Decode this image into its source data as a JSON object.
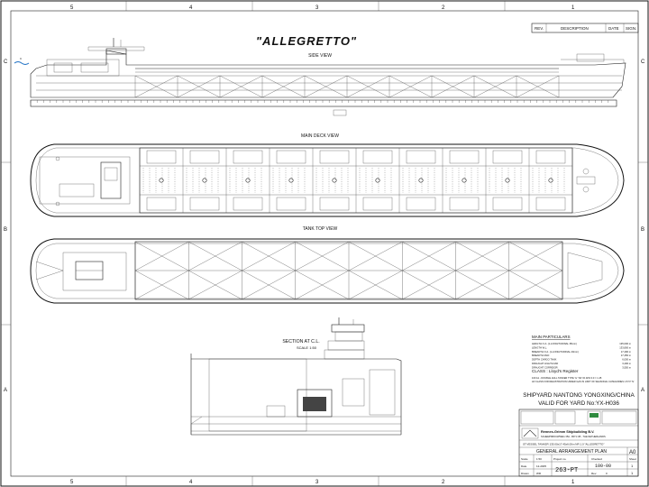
{
  "drawing": {
    "title": "\"ALLEGRETTO\"",
    "views": {
      "side": "SIDE VIEW",
      "main_deck": "MAIN DECK VIEW",
      "tank_top": "TANK TOP VIEW",
      "section": "SECTION AT C.L.",
      "section_scale": "SCALE 1:50"
    }
  },
  "border": {
    "columns": [
      "5",
      "4",
      "3",
      "2",
      "1"
    ],
    "rows": [
      "C",
      "B",
      "A"
    ]
  },
  "revision_header": {
    "rev": "REV.",
    "description": "DESCRIPTION",
    "date": "DATE",
    "sign": "SIGN."
  },
  "main_particulars": {
    "heading": "MAIN PARTICULARS",
    "rows": [
      {
        "label": "LENGTH O.A. (1-LONGITUDINAL 35mm)",
        "value": "135,000 m"
      },
      {
        "label": "LENGTH W.L.",
        "value": "133,800 m"
      },
      {
        "label": "BREADTH O.A. (1-LONGITUDINAL 20mm)",
        "value": "17,490 m"
      },
      {
        "label": "BREADTH MLD",
        "value": "17,450 m"
      },
      {
        "label": "DEPTH CARGO TANK",
        "value": "6,000 m"
      },
      {
        "label": "DRAUGHT LIGHTLOAD",
        "value": "3,400 m"
      },
      {
        "label": "DRAUGHT CORRIDOR",
        "value": "3,550 m"
      }
    ],
    "class_heading": "CLASS : Lloyd's Register",
    "class_lines": [
      "100 A1 - DOUBLE HULL TANKER TYPE 'G' 'N2' ±0.02% 0.0 = 1.45",
      "LR CLASS FOR REGISTRATION UNDER GAS IN LIMIT OF SEASONAL CATEGORIES 1.8 'N' 'N'"
    ]
  },
  "shipyard": {
    "line1": "SHIPYARD NANTONG YONGXING/CHINA",
    "line2": "VALID FOR YARD No:YX-H036"
  },
  "title_block": {
    "company": "Rennes-Grimm Shipbuilding B.V.",
    "address": "SCHEEPSBOUWWEG 35A - 8071 CB - THE NETHERLANDS",
    "subtitle": "ST.VESSEL TANKER 135.00x17.45x6.00m NR 1.0 \"ALLEGRETTO\"",
    "plan_title": "GENERAL ARRANGEMENT PLAN",
    "sheet_size": "A0",
    "drawing_no": "263-PT",
    "number": "100-00",
    "scale_label": "Scale",
    "scale_value": "1:50",
    "date_label": "Date",
    "date_value": "12-2005",
    "drawn_label": "Drawn",
    "drawn_value": "WR",
    "checked_label": "Checked",
    "sheet_label": "Sheet",
    "sheet_value": "1",
    "of_value": "1",
    "rev_label": "Rev.",
    "rev_value": "0",
    "project_label": "Project no."
  }
}
